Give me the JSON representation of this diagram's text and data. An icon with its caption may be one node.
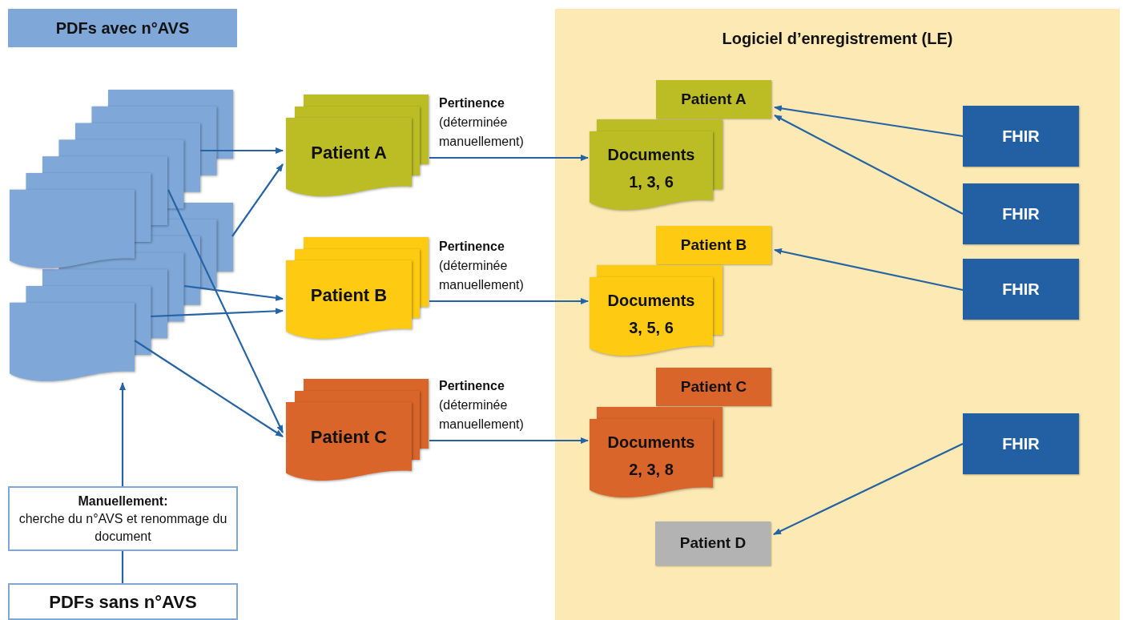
{
  "diagram": {
    "nodes": [
      {
        "text": [
          "PDFs avec n°AVS"
        ]
      },
      {
        "text": [],
        "shape": "picture"
      },
      {
        "text": [
          "Patient A"
        ]
      },
      {
        "text": [
          "Patient B"
        ]
      },
      {
        "text": [
          "Patient C"
        ]
      },
      {
        "text": [
          "Logiciel d’enregistrement (LE)"
        ]
      },
      {
        "text": [
          "Patient A"
        ],
        "in": 5
      },
      {
        "text": [
          "Documents",
          "1, 3, 6"
        ],
        "in": 5
      },
      {
        "text": [
          "Patient B"
        ],
        "in": 5
      },
      {
        "text": [
          "Documents",
          "3, 5, 6"
        ],
        "in": 5
      },
      {
        "text": [
          "Patient C"
        ],
        "in": 5
      },
      {
        "text": [
          "Documents",
          "2, 3, 8"
        ],
        "in": 5
      },
      {
        "text": [
          "Patient D"
        ],
        "in": 5
      },
      {
        "text": [
          "FHIR"
        ],
        "in": 5
      },
      {
        "text": [
          "FHIR"
        ],
        "in": 5
      },
      {
        "text": [
          "FHIR"
        ],
        "in": 5
      },
      {
        "text": [
          "FHIR"
        ],
        "in": 5
      },
      {
        "text": [
          "Manuellement:",
          "cherche du n°AVS et renommage du document"
        ]
      },
      {
        "text": [
          "PDFs sans n°AVS"
        ]
      }
    ],
    "edges": [
      {
        "from": 1,
        "to": 2,
        "arrow": "to"
      },
      {
        "from": 1,
        "to": 2,
        "arrow": "to"
      },
      {
        "from": 1,
        "to": 3,
        "arrow": "to"
      },
      {
        "from": 1,
        "to": 3,
        "arrow": "to"
      },
      {
        "from": 1,
        "to": 4,
        "arrow": "to"
      },
      {
        "from": 1,
        "to": 4,
        "arrow": "to"
      },
      {
        "from": 2,
        "to": 7,
        "arrow": "to",
        "label": "**Pertinence** (déterminée manuellement)"
      },
      {
        "from": 3,
        "to": 9,
        "arrow": "to",
        "label": "**Pertinence** (déterminée manuellement)"
      },
      {
        "from": 4,
        "to": 11,
        "arrow": "to",
        "label": "**Pertinence** (déterminée manuellement)"
      },
      {
        "from": 13,
        "to": 6,
        "arrow": "to"
      },
      {
        "from": 14,
        "to": 6,
        "arrow": "to"
      },
      {
        "from": 15,
        "to": 8,
        "arrow": "to"
      },
      {
        "from": 16,
        "to": 12,
        "arrow": "to"
      },
      {
        "from": 17,
        "to": 1,
        "arrow": "to"
      },
      {
        "from": 18,
        "to": 17,
        "arrow": "none"
      }
    ]
  }
}
